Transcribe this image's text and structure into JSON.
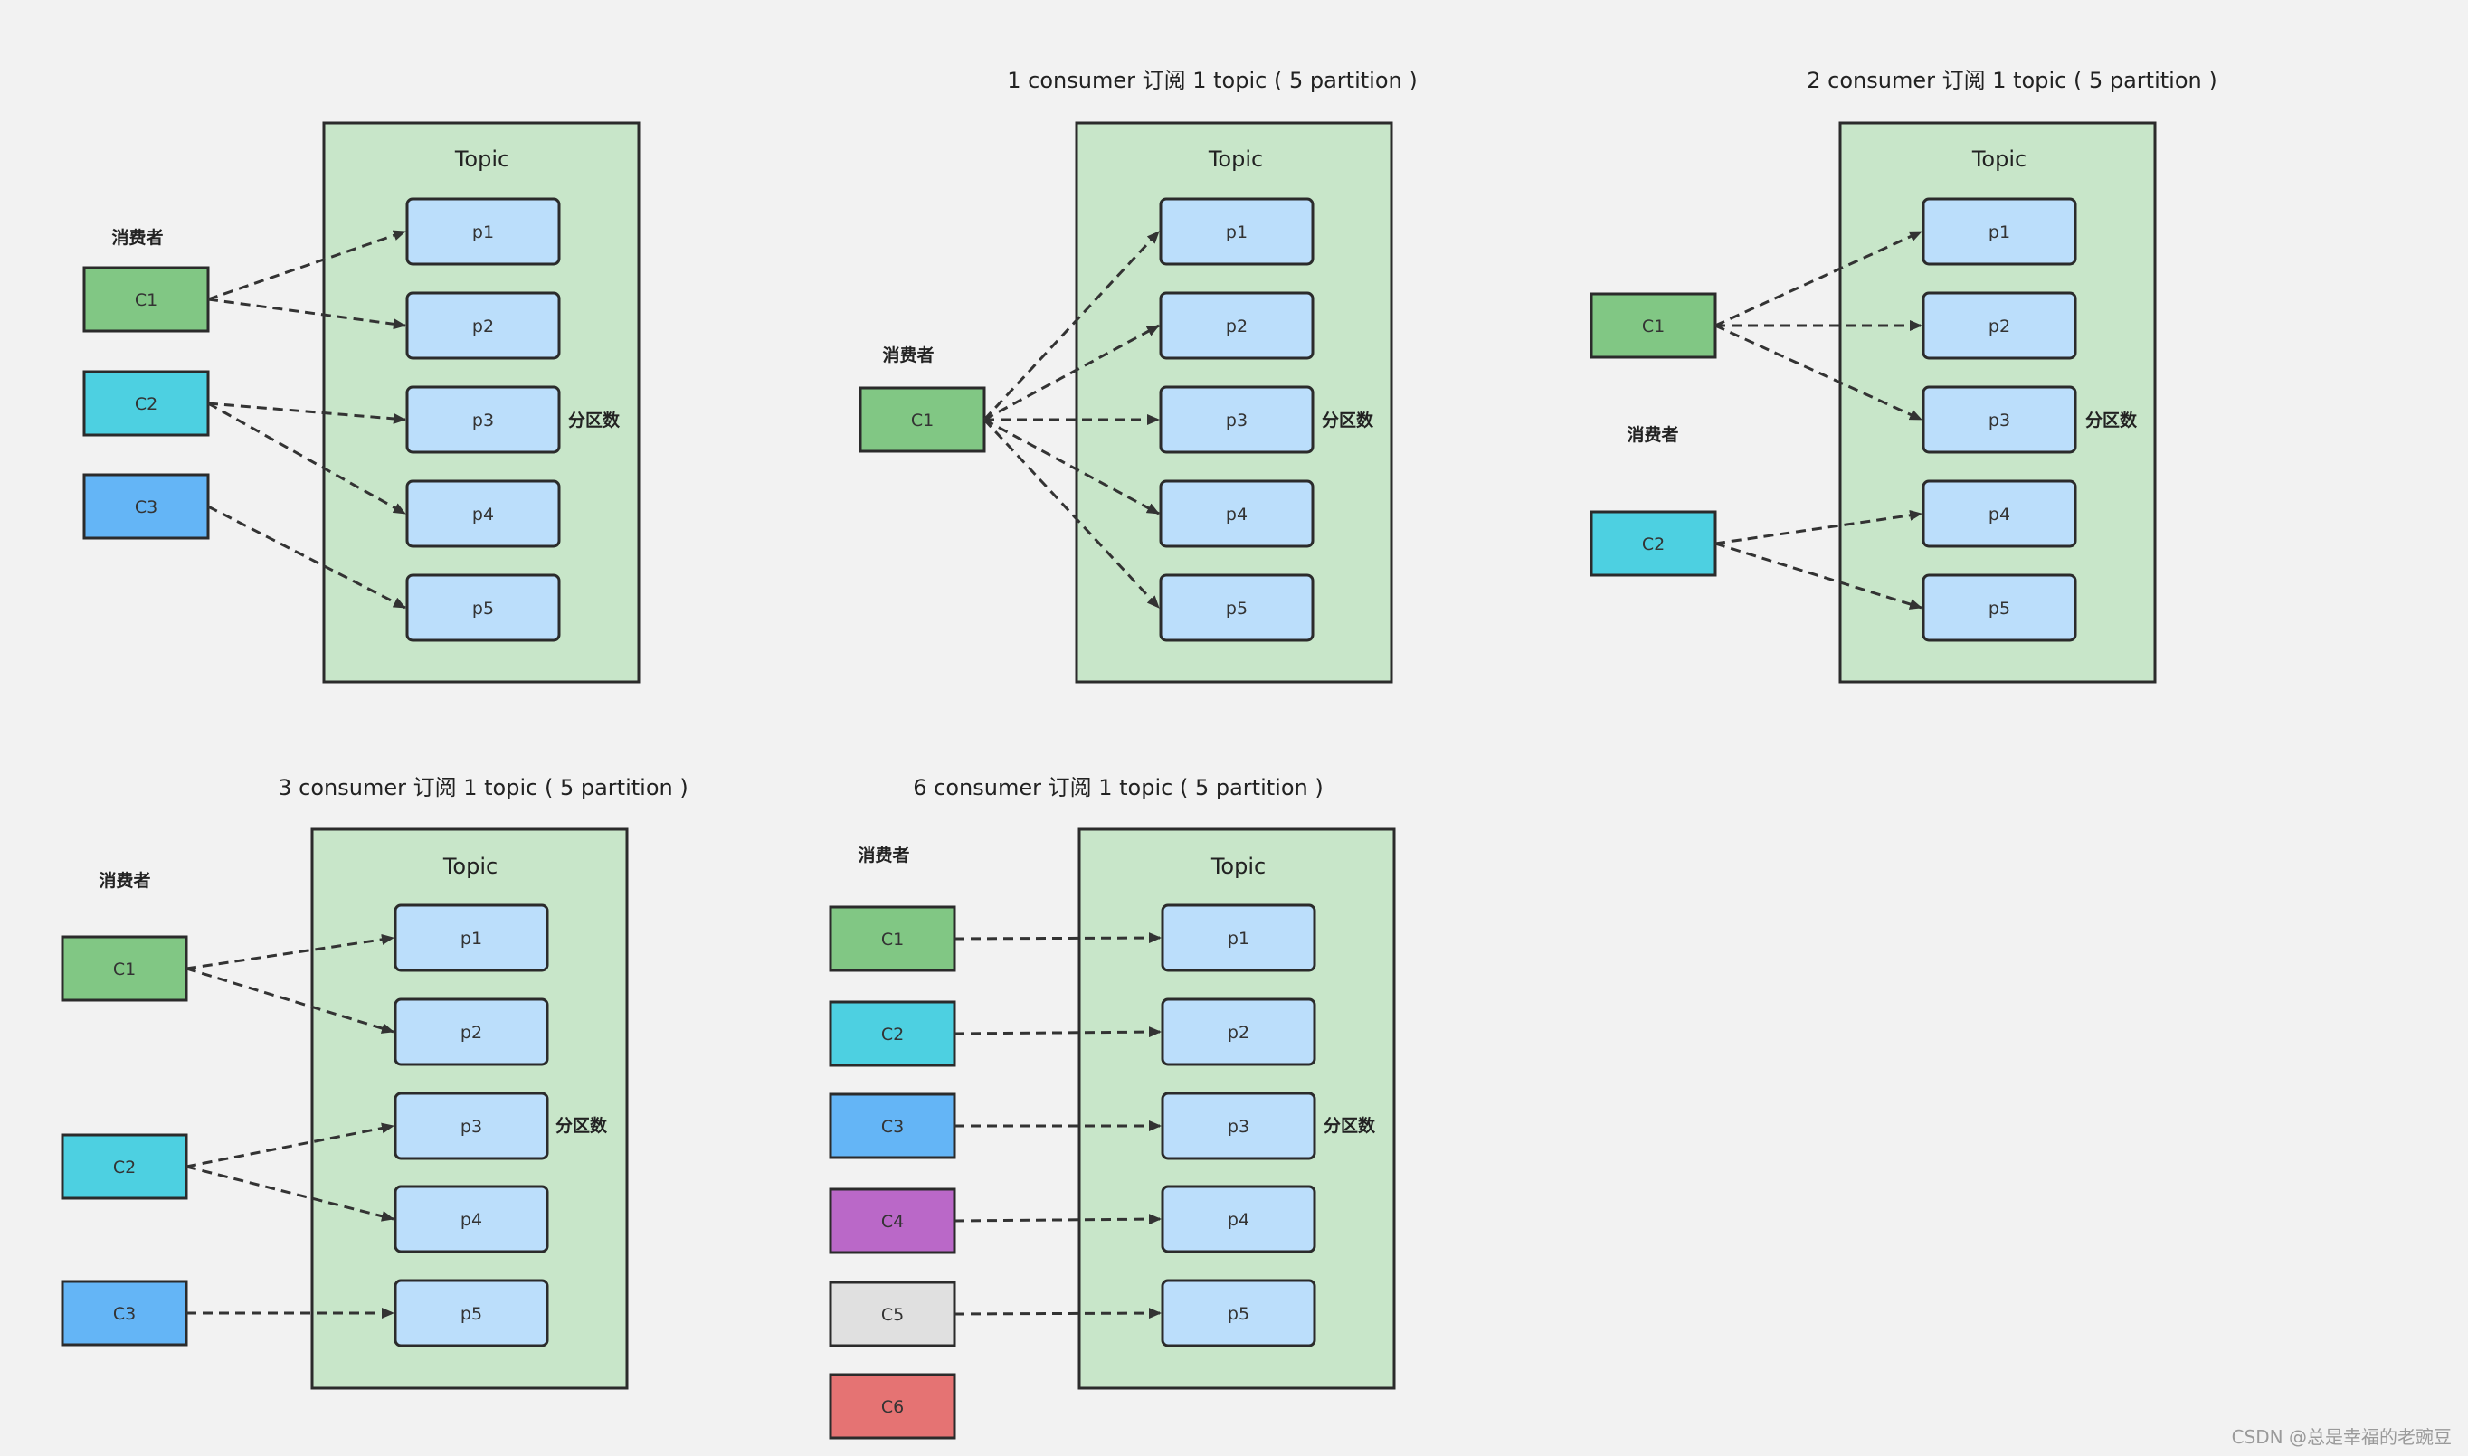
{
  "colors": {
    "background": "#f2f2f2",
    "topic_fill": "#c8e6c9",
    "partition_fill": "#bbdefb",
    "border": "#2b2b2b",
    "arrow": "#333333"
  },
  "labels": {
    "topic": "Topic",
    "consumer_group": "消费者",
    "partition_count": "分区数"
  },
  "consumer_colors": {
    "C1": "#81c784",
    "C2": "#4dd0e1",
    "C3": "#64b5f6",
    "C4": "#ba68c8",
    "C5": "#e0e0e0",
    "C6": "#e57373"
  },
  "partitions": [
    "p1",
    "p2",
    "p3",
    "p4",
    "p5"
  ],
  "scenarios": [
    {
      "id": "three-consumer-top",
      "title": "",
      "consumers": [
        "C1",
        "C2",
        "C3"
      ],
      "assignments": [
        [
          "C1",
          "p1"
        ],
        [
          "C1",
          "p2"
        ],
        [
          "C2",
          "p3"
        ],
        [
          "C2",
          "p4"
        ],
        [
          "C3",
          "p5"
        ]
      ]
    },
    {
      "id": "one-consumer",
      "title": "1 consumer 订阅 1 topic ( 5 partition )",
      "consumers": [
        "C1"
      ],
      "assignments": [
        [
          "C1",
          "p1"
        ],
        [
          "C1",
          "p2"
        ],
        [
          "C1",
          "p3"
        ],
        [
          "C1",
          "p4"
        ],
        [
          "C1",
          "p5"
        ]
      ]
    },
    {
      "id": "two-consumer",
      "title": "2 consumer 订阅 1 topic ( 5 partition )",
      "consumers": [
        "C1",
        "C2"
      ],
      "assignments": [
        [
          "C1",
          "p1"
        ],
        [
          "C1",
          "p2"
        ],
        [
          "C1",
          "p3"
        ],
        [
          "C2",
          "p4"
        ],
        [
          "C2",
          "p5"
        ]
      ]
    },
    {
      "id": "three-consumer",
      "title": "3 consumer 订阅 1 topic ( 5 partition )",
      "consumers": [
        "C1",
        "C2",
        "C3"
      ],
      "assignments": [
        [
          "C1",
          "p1"
        ],
        [
          "C1",
          "p2"
        ],
        [
          "C2",
          "p3"
        ],
        [
          "C2",
          "p4"
        ],
        [
          "C3",
          "p5"
        ]
      ]
    },
    {
      "id": "six-consumer",
      "title": "6 consumer 订阅 1 topic ( 5 partition )",
      "consumers": [
        "C1",
        "C2",
        "C3",
        "C4",
        "C5",
        "C6"
      ],
      "assignments": [
        [
          "C1",
          "p1"
        ],
        [
          "C2",
          "p2"
        ],
        [
          "C3",
          "p3"
        ],
        [
          "C4",
          "p4"
        ],
        [
          "C5",
          "p5"
        ]
      ]
    }
  ],
  "watermark": "CSDN @总是幸福的老豌豆"
}
